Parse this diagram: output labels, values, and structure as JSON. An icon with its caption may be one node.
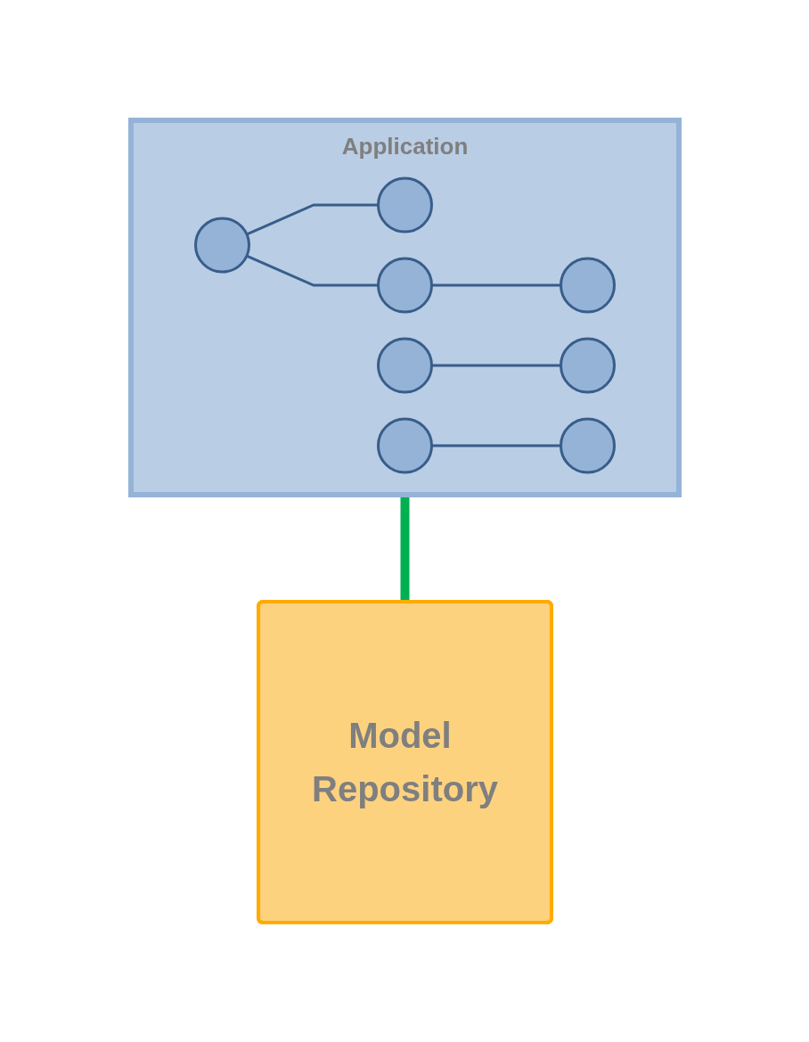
{
  "diagram": {
    "nodes": [
      {
        "text": [
          "Application"
        ]
      },
      {
        "text": [],
        "shape": "circle",
        "in": 0
      },
      {
        "text": [],
        "shape": "circle",
        "in": 0
      },
      {
        "text": [],
        "shape": "circle",
        "in": 0
      },
      {
        "text": [],
        "shape": "circle",
        "in": 0
      },
      {
        "text": [],
        "shape": "circle",
        "in": 0
      },
      {
        "text": [],
        "shape": "circle",
        "in": 0
      },
      {
        "text": [],
        "shape": "circle",
        "in": 0
      },
      {
        "text": [],
        "shape": "circle",
        "in": 0
      },
      {
        "text": [
          "Model Repository"
        ]
      }
    ],
    "edges": [
      {
        "from": 1,
        "to": 2,
        "arrow": "none"
      },
      {
        "from": 1,
        "to": 3,
        "arrow": "none"
      },
      {
        "from": 3,
        "to": 4,
        "arrow": "none"
      },
      {
        "from": 5,
        "to": 6,
        "arrow": "none"
      },
      {
        "from": 7,
        "to": 8,
        "arrow": "none"
      },
      {
        "from": 0,
        "to": 9,
        "arrow": "none",
        "style": "thick",
        "color": "#00b050"
      }
    ]
  }
}
